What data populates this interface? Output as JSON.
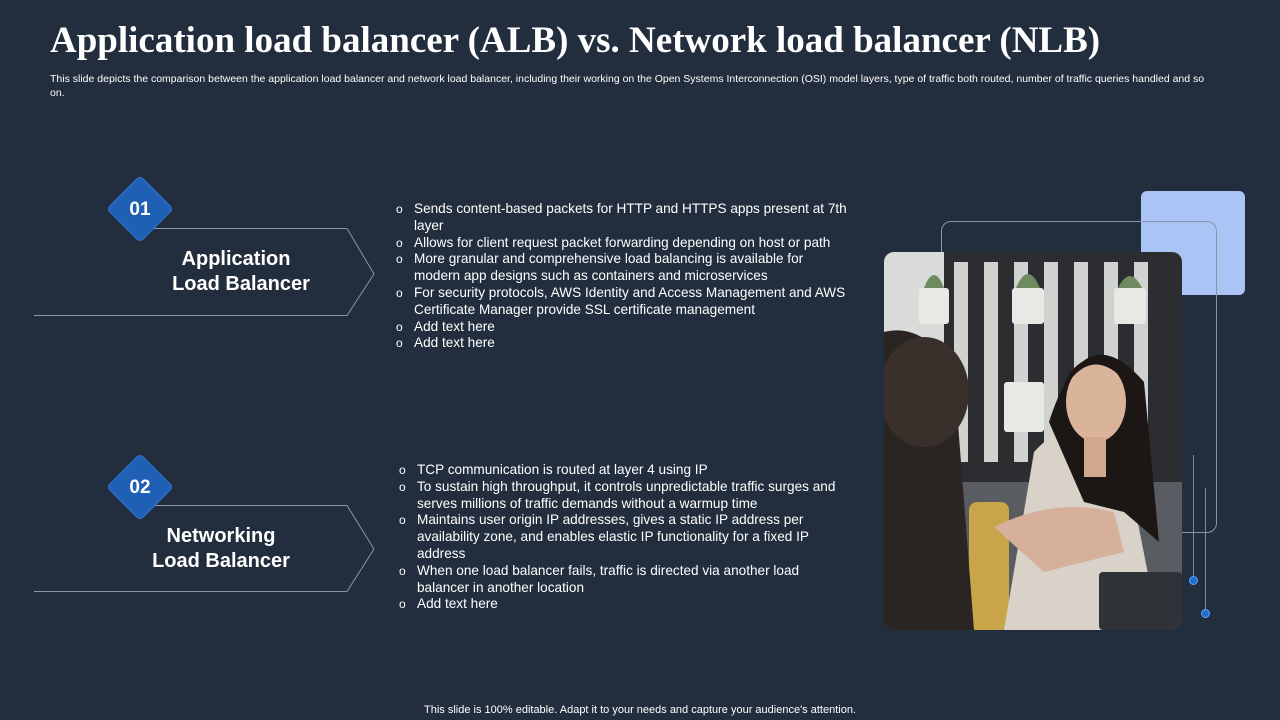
{
  "slide": {
    "title": "Application load balancer (ALB) vs. Network load balancer (NLB)",
    "subtitle": "This slide depicts the comparison between the application load balancer and network load balancer, including their working on the Open Systems Interconnection (OSI) model layers, type of traffic both routed, number of traffic queries handled and so on.",
    "footer": "This slide is 100% editable. Adapt it to your needs and capture your audience's attention."
  },
  "sections": [
    {
      "number": "01",
      "label_line1": "Application",
      "label_line2": "Load Balancer",
      "bullets": [
        "Sends content-based packets for HTTP and HTTPS apps present at 7th layer",
        "Allows for client request packet forwarding depending on host or path",
        "More granular and comprehensive load balancing is available for modern app designs such as containers and microservices",
        "For security protocols, AWS Identity and Access Management and AWS Certificate Manager provide SSL certificate management",
        "Add text here",
        "Add text here"
      ]
    },
    {
      "number": "02",
      "label_line1": "Networking",
      "label_line2": "Load Balancer",
      "bullets": [
        "TCP communication is routed at layer 4 using IP",
        "To sustain high throughput, it controls unpredictable traffic surges and serves millions of traffic demands without a warmup time",
        "Maintains user origin IP addresses, gives a static IP address per availability zone, and enables elastic IP functionality for a fixed IP address",
        "When one load balancer fails, traffic is directed via another load balancer in another location",
        "Add text here"
      ]
    }
  ],
  "colors": {
    "background": "#222d3d",
    "accent_blue": "#1f5fb4",
    "light_blue_square": "#a9c4f5"
  },
  "icons": {
    "bullet": "hollow-circle-bullet"
  }
}
